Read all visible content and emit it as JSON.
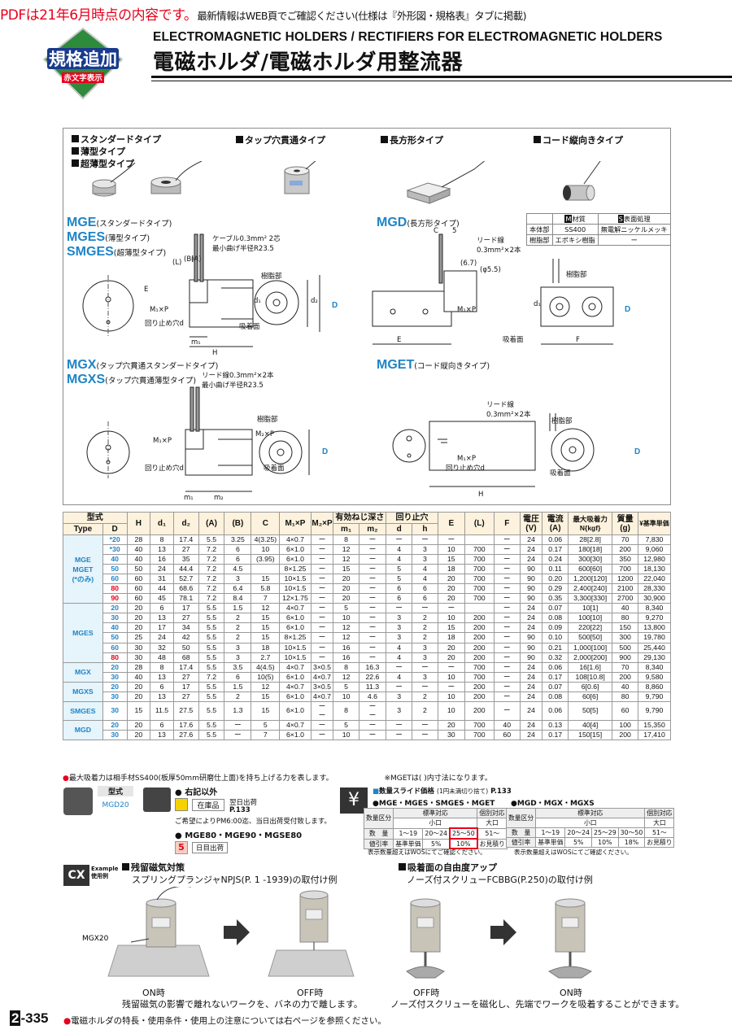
{
  "banner": {
    "red": "PDFは21年6月時点の内容です。",
    "black": "最新情報はWEB頁でご確認ください(仕様は『外形図・規格表』タブに掲載)"
  },
  "badge": {
    "line1": "規格追加",
    "line2": "赤文字表示"
  },
  "title": {
    "en": "ELECTROMAGNETIC HOLDERS / RECTIFIERS FOR ELECTROMAGNETIC HOLDERS",
    "ja": "電磁ホルダ/電磁ホルダ用整流器"
  },
  "photos": {
    "standard": [
      "スタンダードタイプ",
      "薄型タイプ",
      "超薄型タイプ"
    ],
    "tap": "タップ穴貫通タイプ",
    "rect": "長方形タイプ",
    "cord": "コード縦向きタイプ"
  },
  "drawings": {
    "mge": {
      "codes": [
        "MGE",
        "MGES",
        "SMGES"
      ],
      "notes": [
        "(スタンダードタイプ)",
        "(薄型タイプ)",
        "(超薄型タイプ)"
      ],
      "cable": "ケーブル0.3mm² 2芯",
      "bend": "最小曲げ半径R23.5",
      "resin": "樹脂部",
      "suck": "吸着面",
      "stop": "回り止め穴d",
      "m1p": "M₁×P"
    },
    "mgd": {
      "code": "MGD",
      "note": "(長方形タイプ)",
      "lead": "リード線",
      "lead2": "0.3mm²×2本",
      "resin": "樹脂部",
      "suck": "吸着面",
      "m1p": "M₁×P"
    },
    "mgx": {
      "codes": [
        "MGX",
        "MGXS"
      ],
      "notes": [
        "(タップ穴貫通スタンダードタイプ)",
        "(タップ穴貫通薄型タイプ)"
      ],
      "lead": "リード線0.3mm²×2本",
      "bend": "最小曲げ半径R23.5",
      "resin": "樹脂部",
      "suck": "吸着面",
      "m2p": "M₂×P",
      "m1p": "M₁×P",
      "stop": "回り止め穴d"
    },
    "mget": {
      "code": "MGET",
      "note": "(コード縦向きタイプ)",
      "lead": "リード線",
      "lead2": "0.3mm²×2本",
      "resin": "樹脂部",
      "suck": "吸着面",
      "m1p": "M₁×P",
      "stop": "回り止め穴d"
    },
    "material": {
      "h1": "材質",
      "h2": "表面処理",
      "m1": "M",
      "m2": "S",
      "rows": [
        [
          "本体部",
          "SS400",
          "無電解ニッケルメッキ"
        ],
        [
          "樹脂部",
          "エポキシ樹脂",
          "ー"
        ]
      ]
    },
    "dims": [
      "C",
      "5",
      "(6.7)",
      "(φ5.5)",
      "(L)",
      "(A)",
      "(B)",
      "H",
      "D",
      "d₁",
      "d₂",
      "E",
      "F",
      "m₁",
      "m₂"
    ]
  },
  "spec": {
    "headers": {
      "type": "型式",
      "Type": "Type",
      "D": "D",
      "H": "H",
      "d1": "d₁",
      "d2": "d₂",
      "A": "(A)",
      "B": "(B)",
      "C": "C",
      "M1": "M₁×P",
      "M2": "M₂×P",
      "eff": "有効ねじ深さ",
      "m1": "m₁",
      "m2": "m₂",
      "stop": "回り止穴",
      "d": "d",
      "h": "h",
      "E": "E",
      "L": "(L)",
      "F": "F",
      "V": "電圧",
      "Vu": "(V)",
      "I": "電流",
      "Iu": "(A)",
      "N": "最大吸着力",
      "Nu": "N{kgf}",
      "W": "質量",
      "Wu": "(g)",
      "P": "¥基準単価"
    },
    "groups": [
      {
        "name": "MGE\nMGET\n(*のみ)",
        "rows": [
          [
            "*20",
            "28",
            "8",
            "17.4",
            "5.5",
            "3.25",
            "4(3.25)",
            "4×0.7",
            "ー",
            "8",
            "ー",
            "ー",
            "ー",
            "ー",
            "",
            "ー",
            "24",
            "0.06",
            "28[2.8]",
            "70",
            "7,830"
          ],
          [
            "*30",
            "40",
            "13",
            "27",
            "7.2",
            "6",
            "10",
            "6×1.0",
            "ー",
            "12",
            "ー",
            "4",
            "3",
            "10",
            "700",
            "ー",
            "24",
            "0.17",
            "180[18]",
            "200",
            "9,060"
          ],
          [
            "40",
            "40",
            "16",
            "35",
            "7.2",
            "6",
            "(3.95)",
            "6×1.0",
            "ー",
            "12",
            "ー",
            "4",
            "3",
            "15",
            "700",
            "ー",
            "24",
            "0.24",
            "300[30]",
            "350",
            "12,980"
          ],
          [
            "50",
            "50",
            "24",
            "44.4",
            "7.2",
            "4.5",
            "",
            "8×1.25",
            "ー",
            "15",
            "ー",
            "5",
            "4",
            "18",
            "700",
            "ー",
            "90",
            "0.11",
            "600[60]",
            "700",
            "18,130"
          ],
          [
            "60",
            "60",
            "31",
            "52.7",
            "7.2",
            "3",
            "15",
            "10×1.5",
            "ー",
            "20",
            "ー",
            "5",
            "4",
            "20",
            "700",
            "ー",
            "90",
            "0.20",
            "1,200[120]",
            "1200",
            "22,040"
          ],
          [
            "80",
            "60",
            "44",
            "68.6",
            "7.2",
            "6.4",
            "5.8",
            "10×1.5",
            "ー",
            "20",
            "ー",
            "6",
            "6",
            "20",
            "700",
            "ー",
            "90",
            "0.29",
            "2,400[240]",
            "2100",
            "28,330"
          ],
          [
            "90",
            "60",
            "45",
            "78.1",
            "7.2",
            "8.4",
            "7",
            "12×1.75",
            "ー",
            "20",
            "ー",
            "6",
            "6",
            "20",
            "700",
            "ー",
            "90",
            "0.35",
            "3,300[330]",
            "2700",
            "30,900"
          ]
        ]
      },
      {
        "name": "MGES",
        "rows": [
          [
            "20",
            "20",
            "6",
            "17",
            "5.5",
            "1.5",
            "12",
            "4×0.7",
            "ー",
            "5",
            "ー",
            "ー",
            "ー",
            "ー",
            "",
            "ー",
            "24",
            "0.07",
            "10[1]",
            "40",
            "8,340"
          ],
          [
            "30",
            "20",
            "13",
            "27",
            "5.5",
            "2",
            "15",
            "6×1.0",
            "ー",
            "10",
            "ー",
            "3",
            "2",
            "10",
            "200",
            "ー",
            "24",
            "0.08",
            "100[10]",
            "80",
            "9,270"
          ],
          [
            "40",
            "20",
            "17",
            "34",
            "5.5",
            "2",
            "15",
            "6×1.0",
            "ー",
            "12",
            "ー",
            "3",
            "2",
            "15",
            "200",
            "ー",
            "24",
            "0.09",
            "220[22]",
            "150",
            "13,800"
          ],
          [
            "50",
            "25",
            "24",
            "42",
            "5.5",
            "2",
            "15",
            "8×1.25",
            "ー",
            "12",
            "ー",
            "3",
            "2",
            "18",
            "200",
            "ー",
            "90",
            "0.10",
            "500[50]",
            "300",
            "19,780"
          ],
          [
            "60",
            "30",
            "32",
            "50",
            "5.5",
            "3",
            "18",
            "10×1.5",
            "ー",
            "16",
            "ー",
            "4",
            "3",
            "20",
            "200",
            "ー",
            "90",
            "0.21",
            "1,000[100]",
            "500",
            "25,440"
          ],
          [
            "80",
            "30",
            "48",
            "68",
            "5.5",
            "3",
            "2.7",
            "10×1.5",
            "ー",
            "16",
            "ー",
            "4",
            "3",
            "20",
            "200",
            "ー",
            "90",
            "0.32",
            "2,000[200]",
            "900",
            "29,130"
          ]
        ]
      },
      {
        "name": "MGX",
        "rows": [
          [
            "20",
            "28",
            "8",
            "17.4",
            "5.5",
            "3.5",
            "4(4.5)",
            "4×0.7",
            "3×0.5",
            "8",
            "16.3",
            "ー",
            "ー",
            "ー",
            "700",
            "ー",
            "24",
            "0.06",
            "16[1.6]",
            "70",
            "8,340"
          ],
          [
            "30",
            "40",
            "13",
            "27",
            "7.2",
            "6",
            "10(5)",
            "6×1.0",
            "4×0.7",
            "12",
            "22.6",
            "4",
            "3",
            "10",
            "700",
            "ー",
            "24",
            "0.17",
            "108[10.8]",
            "200",
            "9,580"
          ]
        ]
      },
      {
        "name": "MGXS",
        "rows": [
          [
            "20",
            "20",
            "6",
            "17",
            "5.5",
            "1.5",
            "12",
            "4×0.7",
            "3×0.5",
            "5",
            "11.3",
            "ー",
            "ー",
            "ー",
            "200",
            "ー",
            "24",
            "0.07",
            "6[0.6]",
            "40",
            "8,860"
          ],
          [
            "30",
            "20",
            "13",
            "27",
            "5.5",
            "2",
            "15",
            "6×1.0",
            "4×0.7",
            "10",
            "4.6",
            "3",
            "2",
            "10",
            "200",
            "ー",
            "24",
            "0.08",
            "60[6]",
            "80",
            "9,790"
          ]
        ]
      },
      {
        "name": "SMGES",
        "rows": [
          [
            "30",
            "15",
            "11.5",
            "27.5",
            "5.5",
            "1.3",
            "15",
            "6×1.0",
            "ー\nー",
            "8",
            "ー\nー",
            "3",
            "2",
            "10",
            "200",
            "ー",
            "24",
            "0.06",
            "50[5]",
            "60",
            "9,790"
          ]
        ]
      },
      {
        "name": "MGD",
        "rows": [
          [
            "20",
            "20",
            "6",
            "17.6",
            "5.5",
            "ー",
            "5",
            "4×0.7",
            "ー",
            "5",
            "ー",
            "ー",
            "ー",
            "20",
            "700",
            "40",
            "24",
            "0.13",
            "40[4]",
            "100",
            "15,350"
          ],
          [
            "30",
            "20",
            "13",
            "27.6",
            "5.5",
            "ー",
            "7",
            "6×1.0",
            "ー",
            "10",
            "ー",
            "ー",
            "ー",
            "30",
            "700",
            "60",
            "24",
            "0.17",
            "150[15]",
            "200",
            "17,410"
          ]
        ]
      }
    ],
    "footnote1": "最大吸着力は相手材SS400(板厚50mm研磨仕上面)を持ち上げる力を表します。",
    "footnote2": "※MGETは( )内寸法になります。"
  },
  "order": {
    "label": "型式",
    "example": "MGD20",
    "ship": {
      "other": "右記以外",
      "stock": "在庫品",
      "next": "翌日出荷",
      "page": "P.133",
      "note1": "ご希望によりPM6:00迄、当日出荷受付致します。",
      "note_red": "PM6:00迄",
      "models": "MGE80・MGE90・MGSE80",
      "days": "5",
      "days_label": "日目出荷"
    }
  },
  "volume": {
    "title": "数量スライド価格",
    "sub": "(1円未満切り捨て)",
    "page": "P.133",
    "t1": {
      "title": "MGE・MGES・SMGES・MGET",
      "h": [
        "数量区分",
        "標準対応",
        "個別対応"
      ],
      "sub": [
        "小口",
        "大口"
      ],
      "rows": [
        [
          "数　量",
          "1〜19",
          "20〜24",
          "25〜50",
          "51〜"
        ],
        [
          "値引率",
          "基準単価",
          "5%",
          "10%",
          "お見積り"
        ]
      ],
      "note": "表示数量超えはWOSにてご確認ください。"
    },
    "t2": {
      "title": "MGD・MGX・MGXS",
      "h": [
        "数量区分",
        "標準対応",
        "個別対応"
      ],
      "sub": [
        "小口",
        "大口"
      ],
      "rows": [
        [
          "数　量",
          "1〜19",
          "20〜24",
          "25〜29",
          "30〜50",
          "51〜"
        ],
        [
          "値引率",
          "基準単価",
          "5%",
          "10%",
          "18%",
          "お見積り"
        ]
      ],
      "note": "表示数量超えはWOSにてご確認ください。"
    }
  },
  "example": {
    "label": "Example",
    "label2": "使用例",
    "left": {
      "title": "残留磁気対策",
      "sub": "スプリングプランジャNPJS(P. 1 -1939)の取付け例",
      "tag": "MGX20",
      "on": "ON時",
      "off": "OFF時",
      "caption": "残留磁気の影響で離れないワークを、バネの力で離します。"
    },
    "right": {
      "title": "吸着面の自由度アップ",
      "sub": "ノーズ付スクリューFCBBG(P.250)の取付け例",
      "off": "OFF時",
      "on": "ON時",
      "caption": "ノーズ付スクリューを磁化し、先端でワークを吸着することができます。"
    }
  },
  "footer": {
    "page": "2",
    "pagenum": "-335",
    "note": "電磁ホルダの特長・使用条件・使用上の注意については右ページを参照ください。"
  },
  "colors": {
    "accent": "#1f84c6",
    "red": "#e8001c",
    "badge_green": "#2e8b3c"
  }
}
